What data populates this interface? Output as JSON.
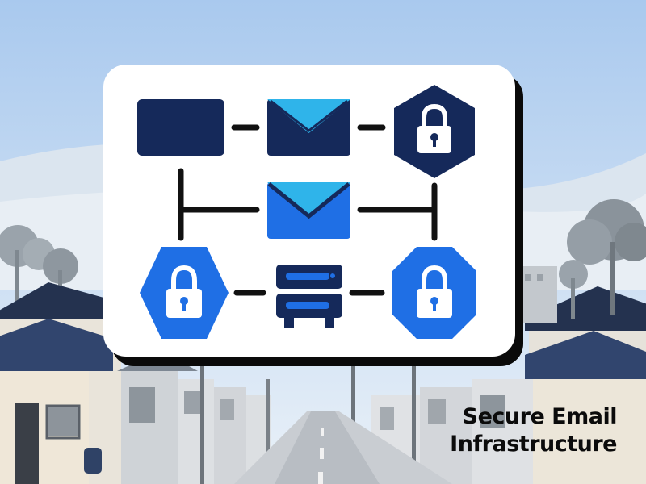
{
  "caption": {
    "line1": "Secure Email",
    "line2": "Infrastructure"
  },
  "colors": {
    "navy": "#15295a",
    "bright_blue": "#1f6fe5",
    "cyan": "#2fb4ea",
    "connector": "#111111"
  },
  "diagram": {
    "nodes": [
      {
        "name": "navy-rectangle-box",
        "icon": "rectangle"
      },
      {
        "name": "envelope-icon-top",
        "icon": "envelope-icon"
      },
      {
        "name": "lock-icon-top-right",
        "icon": "lock-icon"
      },
      {
        "name": "envelope-icon-middle",
        "icon": "envelope-icon"
      },
      {
        "name": "lock-icon-bottom-left",
        "icon": "lock-icon"
      },
      {
        "name": "server-icon",
        "icon": "server-icon"
      },
      {
        "name": "lock-icon-bottom-right",
        "icon": "lock-icon"
      }
    ]
  }
}
